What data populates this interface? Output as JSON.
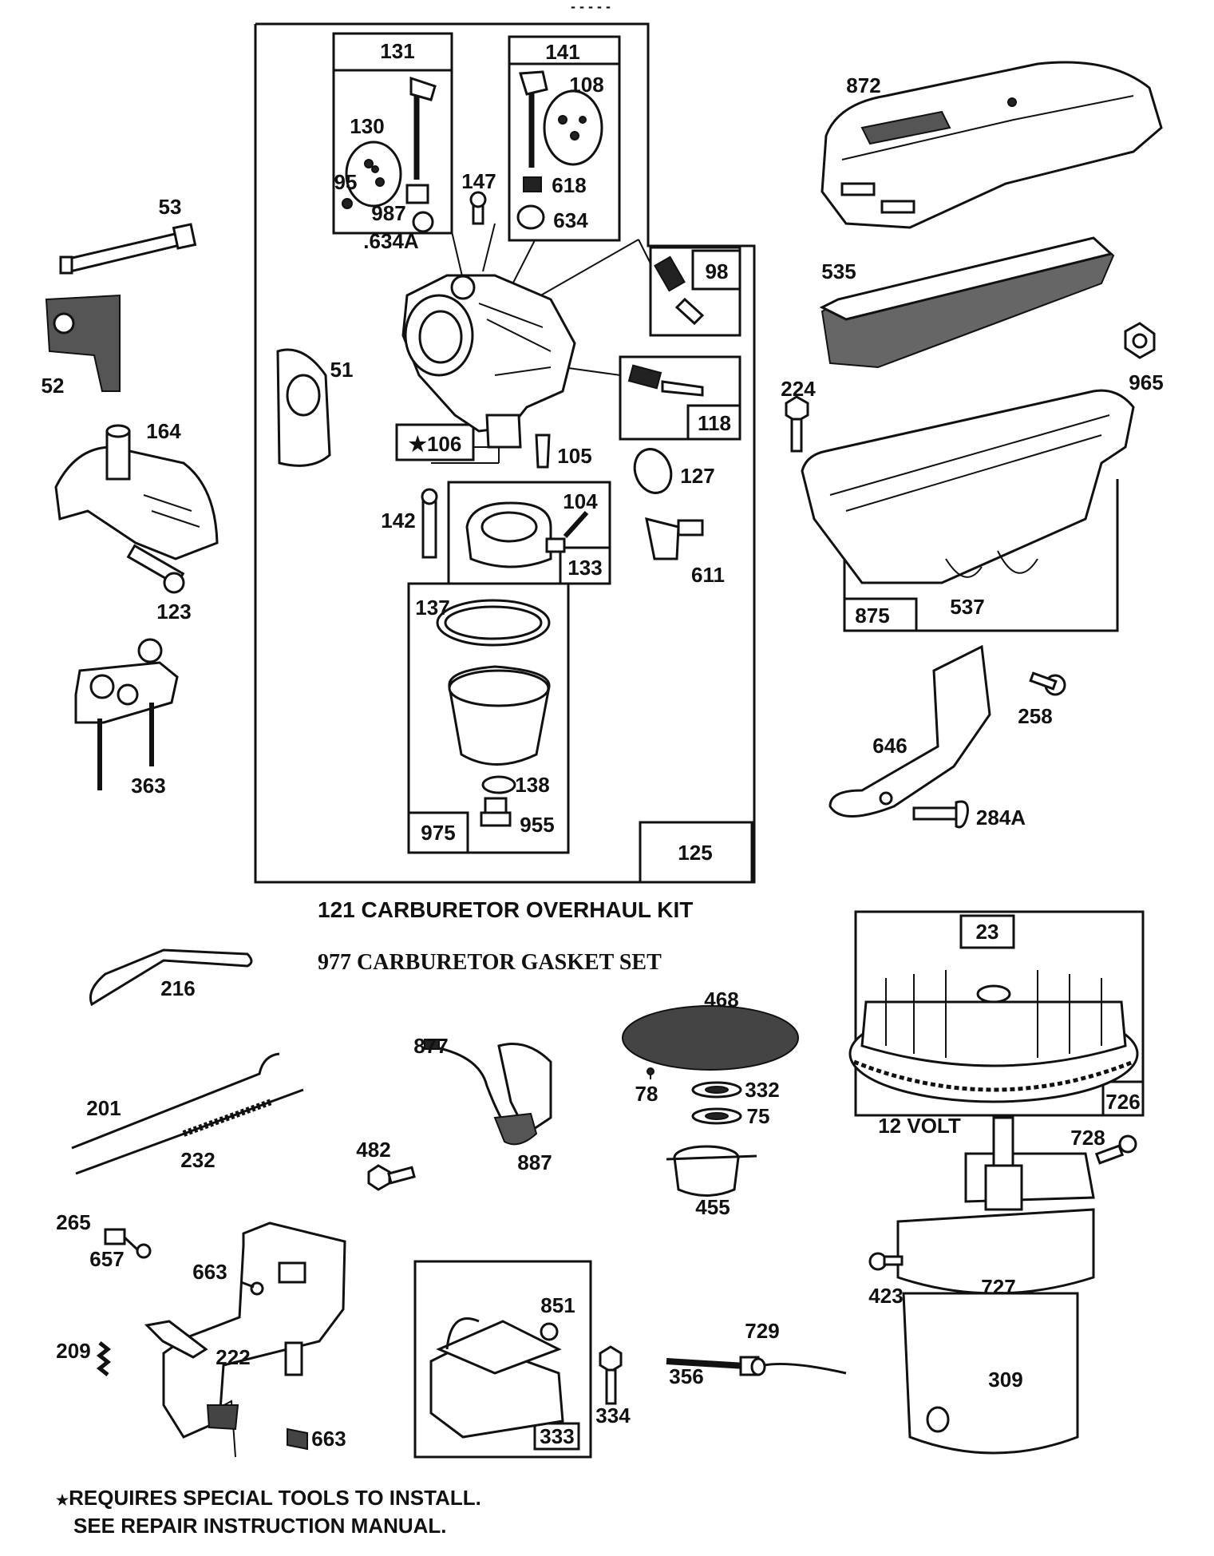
{
  "top_fragment": "- - - - -",
  "kit_titles": {
    "overhaul": "121 CARBURETOR OVERHAUL KIT",
    "gasket": "977 CARBURETOR GASKET SET"
  },
  "voltage_label": "12 VOLT",
  "footnote": {
    "star": "★",
    "line1": "REQUIRES SPECIAL TOOLS TO INSTALL.",
    "line2": "SEE REPAIR INSTRUCTION MANUAL."
  },
  "part_numbers": {
    "p131": "131",
    "p141": "141",
    "p108": "108",
    "p130": "130",
    "p95": "95",
    "p987": "987",
    "p634A": ".634A",
    "p618": "618",
    "p634": "634",
    "p147": "147",
    "p98": "98",
    "p51": "51",
    "p118": "118",
    "p106": "106",
    "p105": "105",
    "p127": "127",
    "p142": "142",
    "p104": "104",
    "p133": "133",
    "p611": "611",
    "p137": "137",
    "p138": "138",
    "p955": "955",
    "p975": "975",
    "p125": "125",
    "p53": "53",
    "p52": "52",
    "p164": "164",
    "p123": "123",
    "p363": "363",
    "p872": "872",
    "p535": "535",
    "p965": "965",
    "p224": "224",
    "p537": "537",
    "p875": "875",
    "p258": "258",
    "p646": "646",
    "p284A": "284A",
    "p216": "216",
    "p201": "201",
    "p232": "232",
    "p877": "877",
    "p887": "887",
    "p482": "482",
    "p468": "468",
    "p78": "78",
    "p332": "332",
    "p75": "75",
    "p455": "455",
    "p23": "23",
    "p726": "726",
    "p728": "728",
    "p423": "423",
    "p727": "727",
    "p309": "309",
    "p265": "265",
    "p657": "657",
    "p663a": "663",
    "p209": "209",
    "p222": "222",
    "p663b": "663",
    "p851": "851",
    "p333": "333",
    "p334": "334",
    "p729": "729",
    "p356": "356"
  }
}
